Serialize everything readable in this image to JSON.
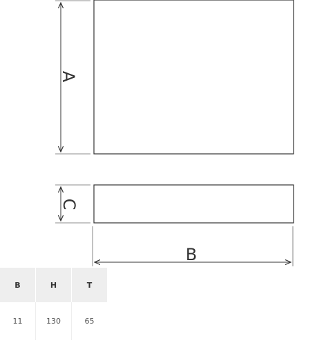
{
  "diagram": {
    "dimension_labels": {
      "a": "A",
      "b": "B",
      "c": "C"
    },
    "stroke_color": "#333333"
  },
  "table": {
    "headers": [
      "B",
      "H",
      "T"
    ],
    "rows": [
      [
        "11",
        "130",
        "65"
      ]
    ],
    "header_background": "#eeeeee"
  }
}
